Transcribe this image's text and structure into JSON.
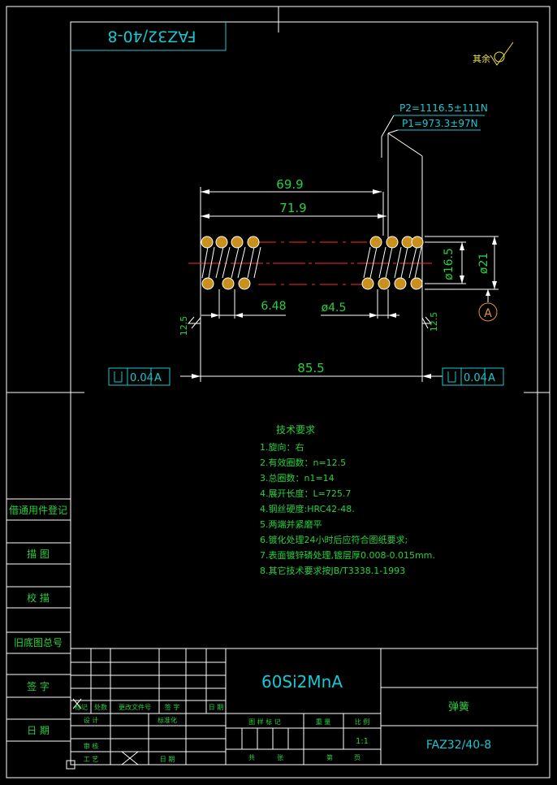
{
  "drawing": {
    "rotated_code": "FAZ32/40-8",
    "roughness_rest": "其余",
    "load_p2": "P2=1116.5±111N",
    "load_p1": "P1=973.3±97N",
    "dim_69_9": "69.9",
    "dim_71_9": "71.9",
    "dim_85_5": "85.5",
    "dim_6_48": "6.48",
    "dim_wire": "ø4.5",
    "dim_inner": "ø16.5",
    "dim_outer": "ø21",
    "datum": "A",
    "roughness_left": "12.5",
    "roughness_right": "12.5",
    "tol_left": {
      "value": "0.04",
      "datum": "A"
    },
    "tol_right": {
      "value": "0.04",
      "datum": "A"
    }
  },
  "tech": {
    "title": "技术要求",
    "items": [
      "1.旋向：右",
      "2.有效圈数：n=12.5",
      "3.总圈数：n1=14",
      "4.展开长度：L=725.7",
      "4.钢丝硬度:HRC42-48.",
      "5.两端并紧磨平",
      "6.镀化处理24小时后应符合图纸要求;",
      "7.表面镀锌磷处理,镀层厚0.008-0.015mm.",
      "8.其它技术要求按JB/T3338.1-1993"
    ]
  },
  "side": {
    "items": [
      "借通用件登记",
      "描  图",
      "校  描",
      "旧底图总号",
      "签  字",
      "日  期"
    ]
  },
  "titleblock": {
    "material": "60Si2MnA",
    "name": "弹簧",
    "code": "FAZ32/40-8",
    "scale": "1:1",
    "headers": {
      "mark": "标记",
      "count": "处数",
      "change_doc": "更改文件号",
      "sign": "签 字",
      "date": "日 期",
      "design": "设 计",
      "standard": "标准化",
      "review": "审 核",
      "process": "工 艺",
      "date2": "日 期",
      "stage_mark": "图 样 标 记",
      "weight": "重 量",
      "scale_label": "比 例",
      "total": "共",
      "sheet_unit": "张",
      "sheet_no": "第",
      "page_unit": "页"
    }
  }
}
